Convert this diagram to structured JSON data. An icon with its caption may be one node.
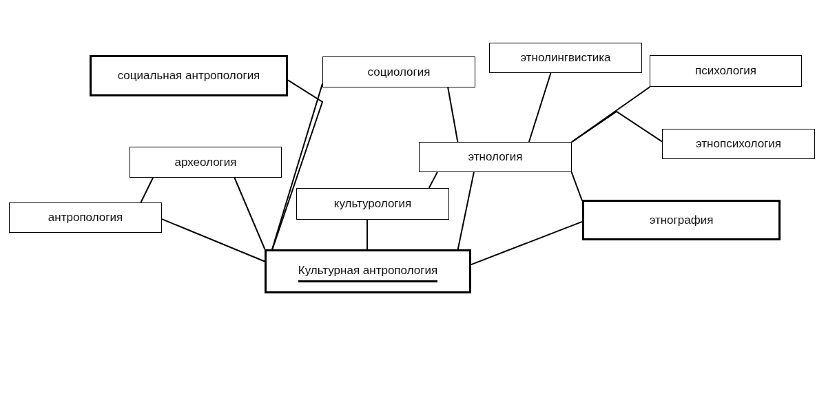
{
  "diagram": {
    "nodes": [
      {
        "text": [
          "социальная антропология"
        ]
      },
      {
        "text": [
          "социология"
        ]
      },
      {
        "text": [
          "этнолингвистика"
        ]
      },
      {
        "text": [
          "психология"
        ]
      },
      {
        "text": [
          "археология"
        ]
      },
      {
        "text": [
          "этнология"
        ]
      },
      {
        "text": [
          "этнопсихология"
        ]
      },
      {
        "text": [
          "антропология"
        ]
      },
      {
        "text": [
          "культурология"
        ]
      },
      {
        "text": [
          "этнография"
        ]
      },
      {
        "text": [
          "Культурная антропология"
        ]
      }
    ],
    "edges": [
      {
        "from": 0,
        "to": 10,
        "arrow": "none"
      },
      {
        "from": 1,
        "to": 10,
        "arrow": "none"
      },
      {
        "from": 1,
        "to": 5,
        "arrow": "none"
      },
      {
        "from": 2,
        "to": 5,
        "arrow": "none"
      },
      {
        "from": 3,
        "to": 5,
        "arrow": "none"
      },
      {
        "from": 6,
        "to": 5,
        "arrow": "none"
      },
      {
        "from": 4,
        "to": 7,
        "arrow": "none"
      },
      {
        "from": 4,
        "to": 10,
        "arrow": "none"
      },
      {
        "from": 7,
        "to": 10,
        "arrow": "none"
      },
      {
        "from": 8,
        "to": 10,
        "arrow": "none"
      },
      {
        "from": 8,
        "to": 5,
        "arrow": "none"
      },
      {
        "from": 5,
        "to": 10,
        "arrow": "none"
      },
      {
        "from": 5,
        "to": 9,
        "arrow": "none"
      },
      {
        "from": 9,
        "to": 10,
        "arrow": "none"
      }
    ]
  }
}
